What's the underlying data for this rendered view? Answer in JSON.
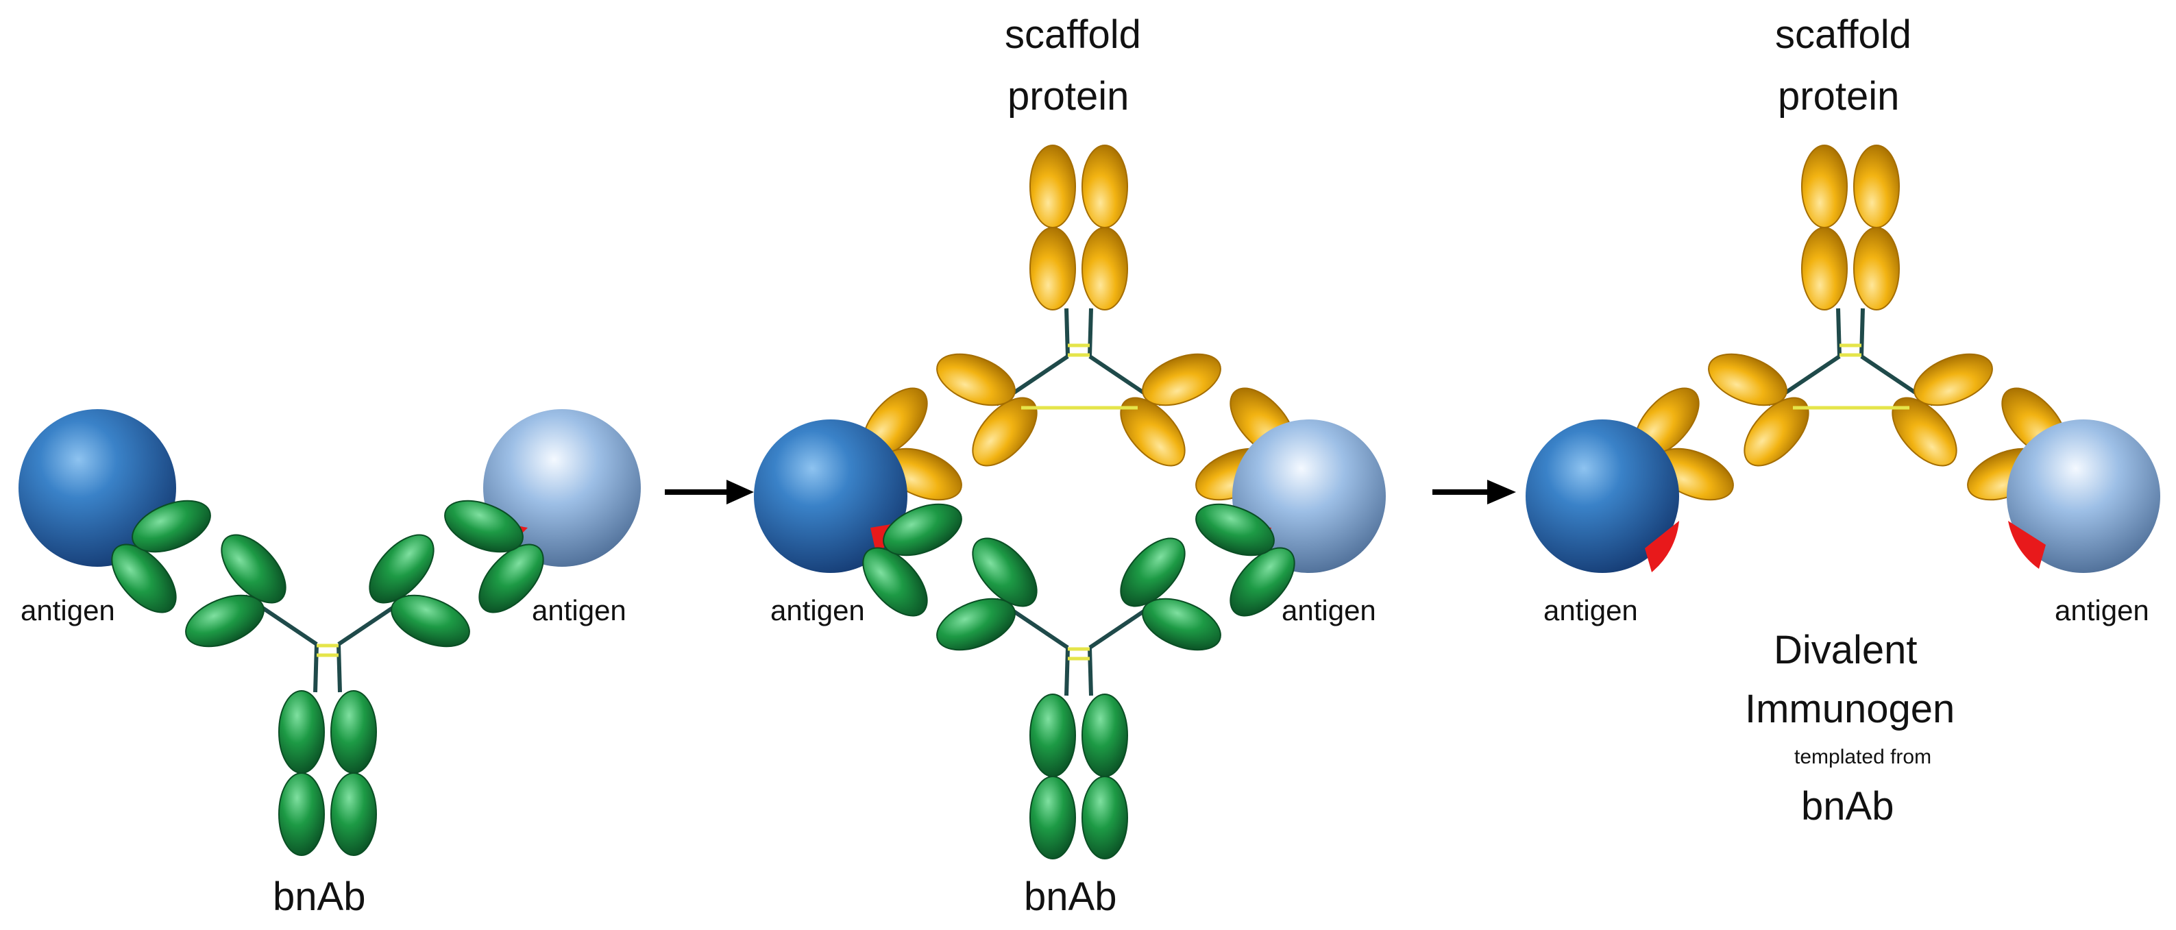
{
  "panels": [
    {
      "antigen_left": "antigen",
      "antigen_right": "antigen",
      "bottom": "bnAb"
    },
    {
      "top_line1": "scaffold",
      "top_line2": "protein",
      "antigen_left": "antigen",
      "antigen_right": "antigen",
      "bottom": "bnAb"
    },
    {
      "top_line1": "scaffold",
      "top_line2": "protein",
      "antigen_left": "antigen",
      "antigen_right": "antigen",
      "result_line1": "Divalent",
      "result_line2": "Immunogen",
      "result_line3": "templated from",
      "result_line4": "bnAb"
    }
  ],
  "colors": {
    "antibody": "#1d9a45",
    "scaffold": "#f2b312",
    "antigen_dark": "#2f6fb3",
    "antigen_light": "#8fb3dc",
    "epitope": "#e8191b",
    "linker": "#e5e54a",
    "arrow": "#000000"
  },
  "icons": [
    "antibody-shape",
    "scaffold-protein-shape",
    "antigen-sphere",
    "epitope-patch",
    "right-arrow"
  ]
}
